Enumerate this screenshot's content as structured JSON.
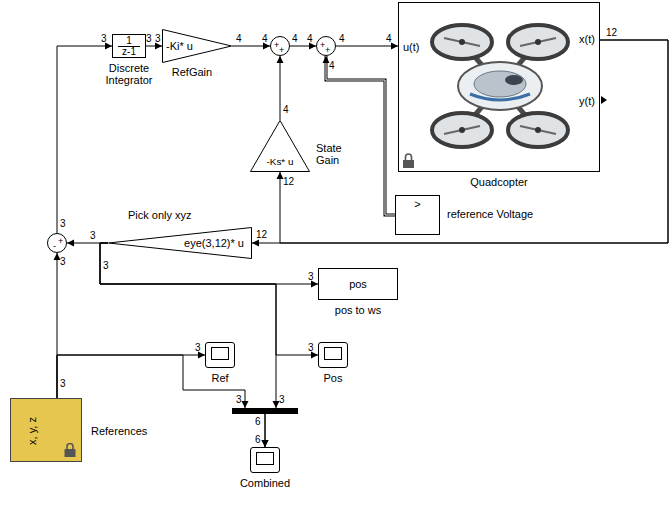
{
  "diagram": {
    "nodes": [
      {
        "text": [
          "1",
          "z-1",
          "Discrete Integrator"
        ]
      },
      {
        "text": [
          "-Ki* u",
          "RefGain"
        ]
      },
      {
        "text": [
          "+",
          "+"
        ]
      },
      {
        "text": [
          "+",
          "+"
        ]
      },
      {
        "text": [
          "u(t)",
          "x(t)",
          "y(t)",
          "Quadcopter"
        ]
      },
      {
        "text": [
          "-Ks* u",
          "State Gain"
        ]
      },
      {
        "text": [
          ">",
          "reference Voltage"
        ]
      },
      {
        "text": [
          "eye(3,12)* u",
          "Pick only xyz"
        ]
      },
      {
        "text": [
          "-",
          "+"
        ]
      },
      {
        "text": [
          "pos",
          "pos to ws"
        ]
      },
      {
        "text": [
          "Ref"
        ]
      },
      {
        "text": [
          "Pos"
        ]
      },
      {
        "text": [
          "Combined"
        ]
      },
      {
        "text": [
          "x, y, z",
          "References"
        ]
      }
    ],
    "edges": [
      {
        "from": 13,
        "to": 8,
        "arrow": "to"
      },
      {
        "from": 13,
        "to": 10,
        "arrow": "to"
      },
      {
        "from": 13,
        "to": 12,
        "arrow": "to"
      },
      {
        "from": 8,
        "to": 0,
        "arrow": "to"
      },
      {
        "from": 0,
        "to": 1,
        "arrow": "to"
      },
      {
        "from": 1,
        "to": 2,
        "arrow": "to"
      },
      {
        "from": 2,
        "to": 3,
        "arrow": "to"
      },
      {
        "from": 3,
        "to": 4,
        "arrow": "to"
      },
      {
        "from": 5,
        "to": 2,
        "arrow": "to"
      },
      {
        "from": 6,
        "to": 3,
        "arrow": "to"
      },
      {
        "from": 4,
        "to": 7,
        "arrow": "to"
      },
      {
        "from": 4,
        "to": 5,
        "arrow": "to"
      },
      {
        "from": 7,
        "to": 8,
        "arrow": "to"
      },
      {
        "from": 7,
        "to": 9,
        "arrow": "to"
      },
      {
        "from": 7,
        "to": 11,
        "arrow": "to"
      },
      {
        "from": 7,
        "to": 12,
        "arrow": "to"
      }
    ],
    "labels": [
      "12",
      "3",
      "3",
      "3",
      "4",
      "4",
      "4",
      "4",
      "4",
      "4",
      "4",
      "12",
      "4",
      "12",
      "3",
      "3",
      "3",
      "3",
      "3",
      "3",
      "3",
      "3",
      "3",
      "3",
      "6",
      "6"
    ]
  }
}
